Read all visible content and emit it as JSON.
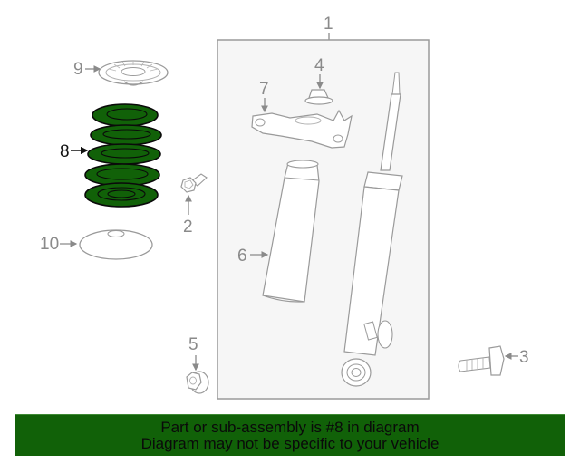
{
  "diagram": {
    "assembly_box_label": "1",
    "highlight_color": "#116108",
    "parts": [
      {
        "number": "1",
        "name": "shock-absorber-assembly"
      },
      {
        "number": "2",
        "name": "bolt"
      },
      {
        "number": "3",
        "name": "bolt-with-bracket"
      },
      {
        "number": "4",
        "name": "nut"
      },
      {
        "number": "5",
        "name": "nut"
      },
      {
        "number": "6",
        "name": "dust-boot"
      },
      {
        "number": "7",
        "name": "upper-mount-bracket"
      },
      {
        "number": "8",
        "name": "coil-spring",
        "highlighted": true
      },
      {
        "number": "9",
        "name": "upper-spring-seat"
      },
      {
        "number": "10",
        "name": "lower-spring-insulator"
      }
    ]
  },
  "banner": {
    "line1": "Part or sub-assembly is #8 in diagram",
    "line2": "Diagram may not be specific to your vehicle",
    "background": "#116108"
  }
}
